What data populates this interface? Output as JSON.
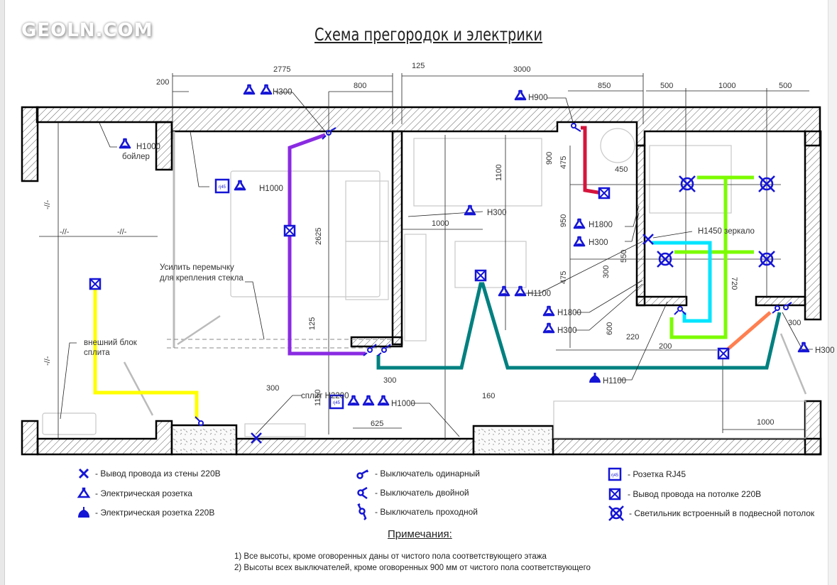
{
  "watermark": "GEOLN.COM",
  "title": "Схема прегородок и электрики",
  "colors": {
    "symbol_blue": "#1515d6",
    "wire_purple": "#8a2be2",
    "wire_yellow": "#ffff00",
    "wire_red": "#d4143c",
    "wire_green": "#7cfc00",
    "wire_cyan": "#00e5ff",
    "wire_teal": "#008080",
    "wire_orange": "#ff7f50",
    "wall": "#000000"
  },
  "dimensions": {
    "top": [
      "200",
      "2775",
      "800",
      "125",
      "3000",
      "850",
      "500",
      "1000",
      "500"
    ],
    "left": [
      "-//-",
      "-//-",
      "-//-",
      "-//-"
    ],
    "living": [
      "2625",
      "125",
      "1100",
      "1000",
      "300",
      "1150",
      "625",
      "300",
      "160"
    ],
    "bath": [
      "900",
      "475",
      "450",
      "950",
      "475",
      "550",
      "300",
      "600",
      "720",
      "220",
      "200",
      "300",
      "1000"
    ]
  },
  "annotations": {
    "top_sockets": "H300",
    "boiler_height": "H1000",
    "boiler_label": "бойлер",
    "rj45_height": "H1000",
    "reinforce_line1": "Усилить перемычку",
    "reinforce_line2": "для крепления стекла",
    "sofa_socket": "H300",
    "h900": "H900",
    "h1800_a": "H1800",
    "h300_a": "H300",
    "mirror": "H1450 зеркало",
    "h1100_pair": "H1100",
    "h1800_b": "H1800",
    "h300_b": "H300",
    "h1100_220": "H1100",
    "h300_right": "H300",
    "split_outdoor_1": "внешний блок",
    "split_outdoor_2": "сплита",
    "split_indoor": "сплит H2200",
    "bottom_sockets": "H1000"
  },
  "legend": [
    {
      "icon": "wire-outlet-wall-icon",
      "label": "- Вывод провода из стены 220В"
    },
    {
      "icon": "socket-icon",
      "label": "- Электрическая розетка"
    },
    {
      "icon": "socket-220v-icon",
      "label": "- Электрическая розетка 220В"
    },
    {
      "icon": "switch-single-icon",
      "label": "- Выключатель одинарный"
    },
    {
      "icon": "switch-double-icon",
      "label": "- Выключатель двойной"
    },
    {
      "icon": "switch-passthrough-icon",
      "label": "- Выключатель проходной"
    },
    {
      "icon": "rj45-socket-icon",
      "label": "- Розетка RJ45"
    },
    {
      "icon": "ceiling-outlet-icon",
      "label": "- Вывод провода на потолке 220В"
    },
    {
      "icon": "recessed-light-icon",
      "label": "- Светильник встроенный в подвесной потолок"
    }
  ],
  "rj45_glyph": "rj45",
  "notes": {
    "title": "Примечания:",
    "items": [
      "1) Все высоты, кроме оговоренных даны от чистого пола соответствующего этажа",
      "2) Высоты всех выключателей, кроме оговоренных 900 мм от чистого пола соответствующего"
    ]
  }
}
